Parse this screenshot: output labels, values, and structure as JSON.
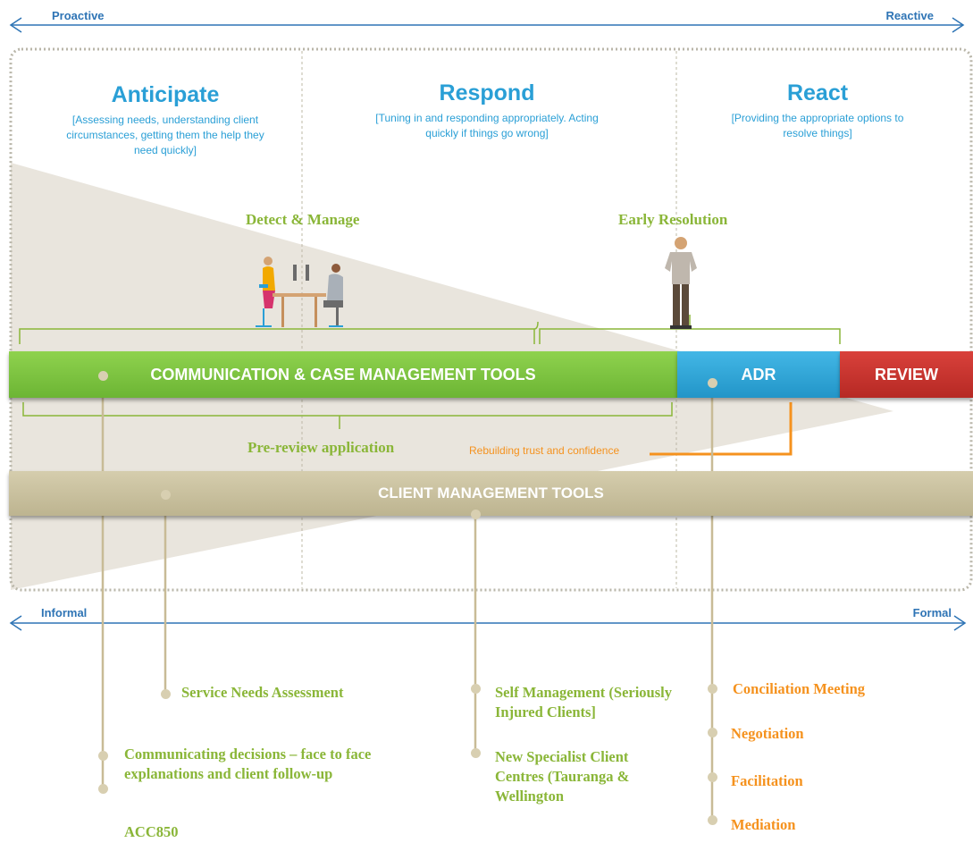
{
  "axis_top": {
    "left": "Proactive",
    "right": "Reactive"
  },
  "axis_bottom": {
    "left": "Informal",
    "right": "Formal"
  },
  "columns": [
    {
      "title": "Anticipate",
      "description": "[Assessing needs, understanding client circumstances, getting them the help they need quickly]"
    },
    {
      "title": "Respond",
      "description": "[Tuning in and responding appropriately. Acting quickly if things go wrong]"
    },
    {
      "title": "React",
      "description": "[Providing the appropriate options to resolve things]"
    }
  ],
  "phase_labels": {
    "detect": "Detect & Manage",
    "early": "Early Resolution",
    "pre_review": "Pre-review application"
  },
  "bars": {
    "communication": "COMMUNICATION & CASE MANAGEMENT TOOLS",
    "adr": "ADR",
    "review": "REVIEW",
    "client": "CLIENT MANAGEMENT TOOLS"
  },
  "rebuilding": "Rebuilding trust and confidence",
  "items": {
    "service_needs": "Service Needs Assessment",
    "communicating": "Communicating decisions – face to face explanations and client follow-up",
    "acc850": "ACC850",
    "self_mgmt": "Self Management (Seriously Injured Clients]",
    "new_centres": "New Specialist Client Centres (Tauranga & Wellington",
    "conciliation": "Conciliation Meeting",
    "negotiation": "Negotiation",
    "facilitation": "Facilitation",
    "mediation": "Mediation"
  },
  "colors": {
    "blue": "#2a9fd6",
    "green": "#8ab638",
    "orange": "#f5921e",
    "comm_bar": "#7cc242",
    "adr_bar": "#2ea6d8",
    "review_bar": "#c9302c",
    "client_bar": "#cbc3a0"
  },
  "icons": [
    "office-workers-icon",
    "standing-person-icon"
  ]
}
